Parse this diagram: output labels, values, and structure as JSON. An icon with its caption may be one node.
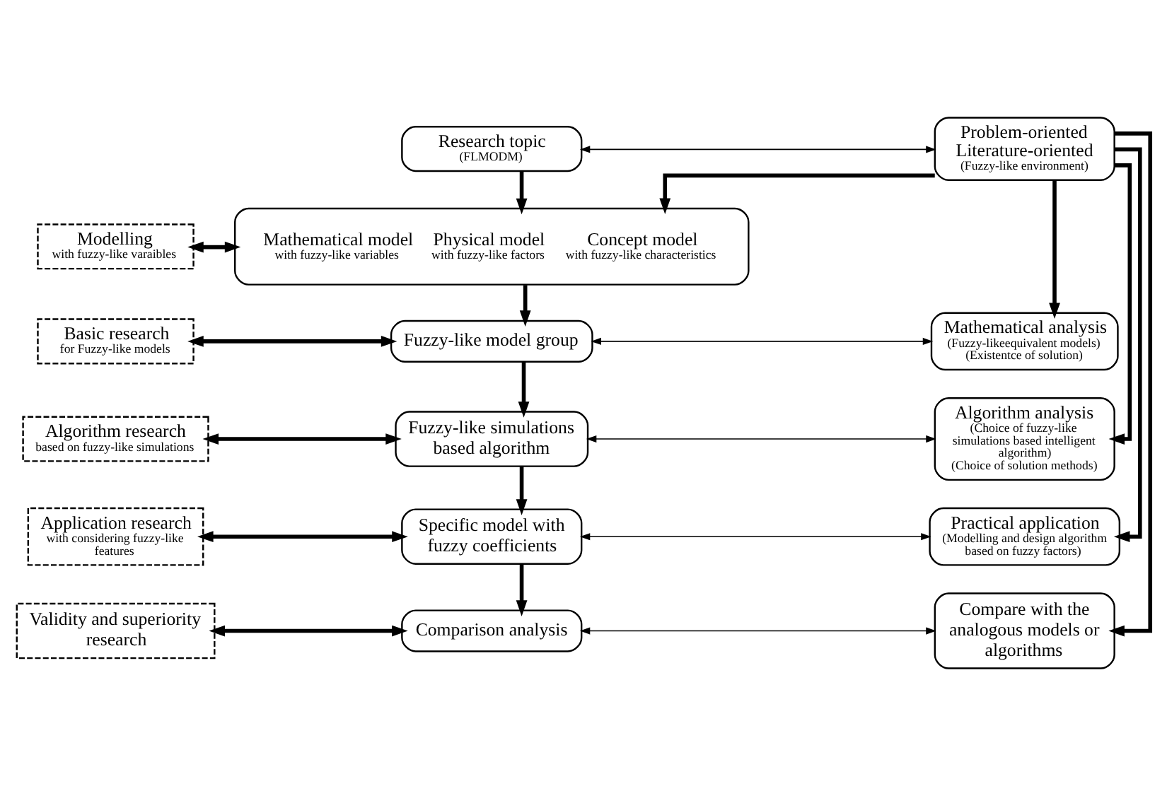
{
  "diagram": {
    "nodes": [
      {
        "text": [
          "Research topic",
          "(FLMODM)"
        ]
      },
      {
        "text": [
          "Problem-oriented",
          "Literature-oriented",
          "(Fuzzy-like environment)"
        ]
      },
      {
        "text": [
          "Modelling",
          "with fuzzy-like varaibles"
        ]
      },
      {
        "text": [
          "Mathematical model",
          "with fuzzy-like variables",
          "Physical model",
          "with fuzzy-like factors",
          "Concept model",
          "with fuzzy-like characteristics"
        ]
      },
      {
        "text": [
          "Basic research",
          "for Fuzzy-like models"
        ]
      },
      {
        "text": [
          "Fuzzy-like model group"
        ]
      },
      {
        "text": [
          "Mathematical analysis",
          "(Fuzzy-likeequivalent models)",
          "(Existentce of solution)"
        ]
      },
      {
        "text": [
          "Algorithm research",
          "based on fuzzy-like simulations"
        ]
      },
      {
        "text": [
          "Fuzzy-like simulations based algorithm"
        ]
      },
      {
        "text": [
          "Algorithm analysis",
          "(Choice of fuzzy-like simulations based intelligent algorithm)",
          "(Choice of solution methods)"
        ]
      },
      {
        "text": [
          "Application research",
          "with considering fuzzy-like features"
        ]
      },
      {
        "text": [
          "Specific model with fuzzy coefficients"
        ]
      },
      {
        "text": [
          "Practical application",
          "(Modelling and design algorithm based on fuzzy factors)"
        ]
      },
      {
        "text": [
          "Validity and superiority research"
        ]
      },
      {
        "text": [
          "Comparison analysis"
        ]
      },
      {
        "text": [
          "Compare with the analogous models or algorithms"
        ]
      }
    ],
    "edges": [
      {
        "from": 0,
        "to": 1,
        "arrow": "both"
      },
      {
        "from": 0,
        "to": 3,
        "arrow": "to"
      },
      {
        "from": 2,
        "to": 3,
        "arrow": "both"
      },
      {
        "from": 1,
        "to": 3,
        "arrow": "to"
      },
      {
        "from": 3,
        "to": 5,
        "arrow": "to"
      },
      {
        "from": 4,
        "to": 5,
        "arrow": "both"
      },
      {
        "from": 5,
        "to": 6,
        "arrow": "both"
      },
      {
        "from": 1,
        "to": 6,
        "arrow": "to"
      },
      {
        "from": 5,
        "to": 8,
        "arrow": "to"
      },
      {
        "from": 7,
        "to": 8,
        "arrow": "both"
      },
      {
        "from": 8,
        "to": 9,
        "arrow": "both"
      },
      {
        "from": 1,
        "to": 9,
        "arrow": "to"
      },
      {
        "from": 8,
        "to": 11,
        "arrow": "to"
      },
      {
        "from": 10,
        "to": 11,
        "arrow": "both"
      },
      {
        "from": 11,
        "to": 12,
        "arrow": "both"
      },
      {
        "from": 1,
        "to": 12,
        "arrow": "to"
      },
      {
        "from": 11,
        "to": 14,
        "arrow": "to"
      },
      {
        "from": 13,
        "to": 14,
        "arrow": "both"
      },
      {
        "from": 14,
        "to": 15,
        "arrow": "both"
      },
      {
        "from": 1,
        "to": 15,
        "arrow": "to"
      }
    ]
  }
}
